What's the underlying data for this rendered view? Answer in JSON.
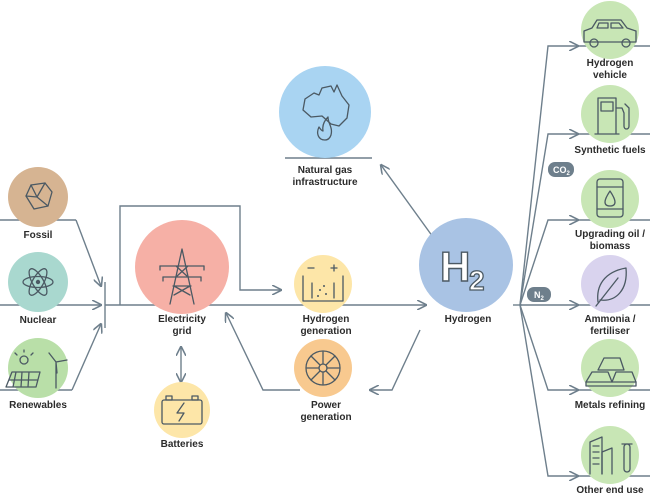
{
  "colors": {
    "fossil": "#d6b492",
    "nuclear": "#a9d8cf",
    "renewables": "#b9dfa8",
    "grid": "#f6b0a6",
    "batteries": "#fde6a8",
    "hydrogen_generation": "#fde6a8",
    "power_generation": "#f8c98f",
    "natural_gas": "#a9d4f2",
    "hydrogen": "#a9c3e4",
    "end_use": "#c8e6b5",
    "end_use_alt": "#d9d3ee",
    "line": "#6e7f8c"
  },
  "sources": {
    "fossil": {
      "label": "Fossil",
      "icon": "coal-lump-icon"
    },
    "nuclear": {
      "label": "Nuclear",
      "icon": "atom-icon"
    },
    "renewables": {
      "label": "Renewables",
      "icon": "solar-wind-icon"
    }
  },
  "grid": {
    "line1": "Electricity",
    "line2": "grid",
    "icon": "pylon-icon"
  },
  "batteries": {
    "label": "Batteries",
    "icon": "battery-icon"
  },
  "hydrogen_generation": {
    "line1": "Hydrogen",
    "line2": "generation",
    "icon": "electrolyser-icon"
  },
  "power_generation": {
    "line1": "Power",
    "line2": "generation",
    "icon": "turbine-icon"
  },
  "natural_gas": {
    "line1": "Natural gas",
    "line2": "infrastructure",
    "icon": "australia-flame-icon"
  },
  "hydrogen": {
    "label": "Hydrogen",
    "symbol": "H",
    "subscript": "2"
  },
  "inputs": {
    "co2": {
      "main": "CO",
      "sub": "2"
    },
    "n2": {
      "main": "N",
      "sub": "2"
    }
  },
  "end_uses": [
    {
      "line1": "Hydrogen",
      "line2": "vehicle",
      "icon": "car-icon"
    },
    {
      "line1": "Synthetic fuels",
      "line2": "",
      "icon": "fuel-pump-icon"
    },
    {
      "line1": "Upgrading oil /",
      "line2": "biomass",
      "icon": "oil-barrel-icon"
    },
    {
      "line1": "Ammonia /",
      "line2": "fertiliser",
      "icon": "leaf-icon"
    },
    {
      "line1": "Metals refining",
      "line2": "",
      "icon": "metal-ingots-icon"
    },
    {
      "line1": "Other end use",
      "line2": "",
      "icon": "factory-icon"
    }
  ]
}
